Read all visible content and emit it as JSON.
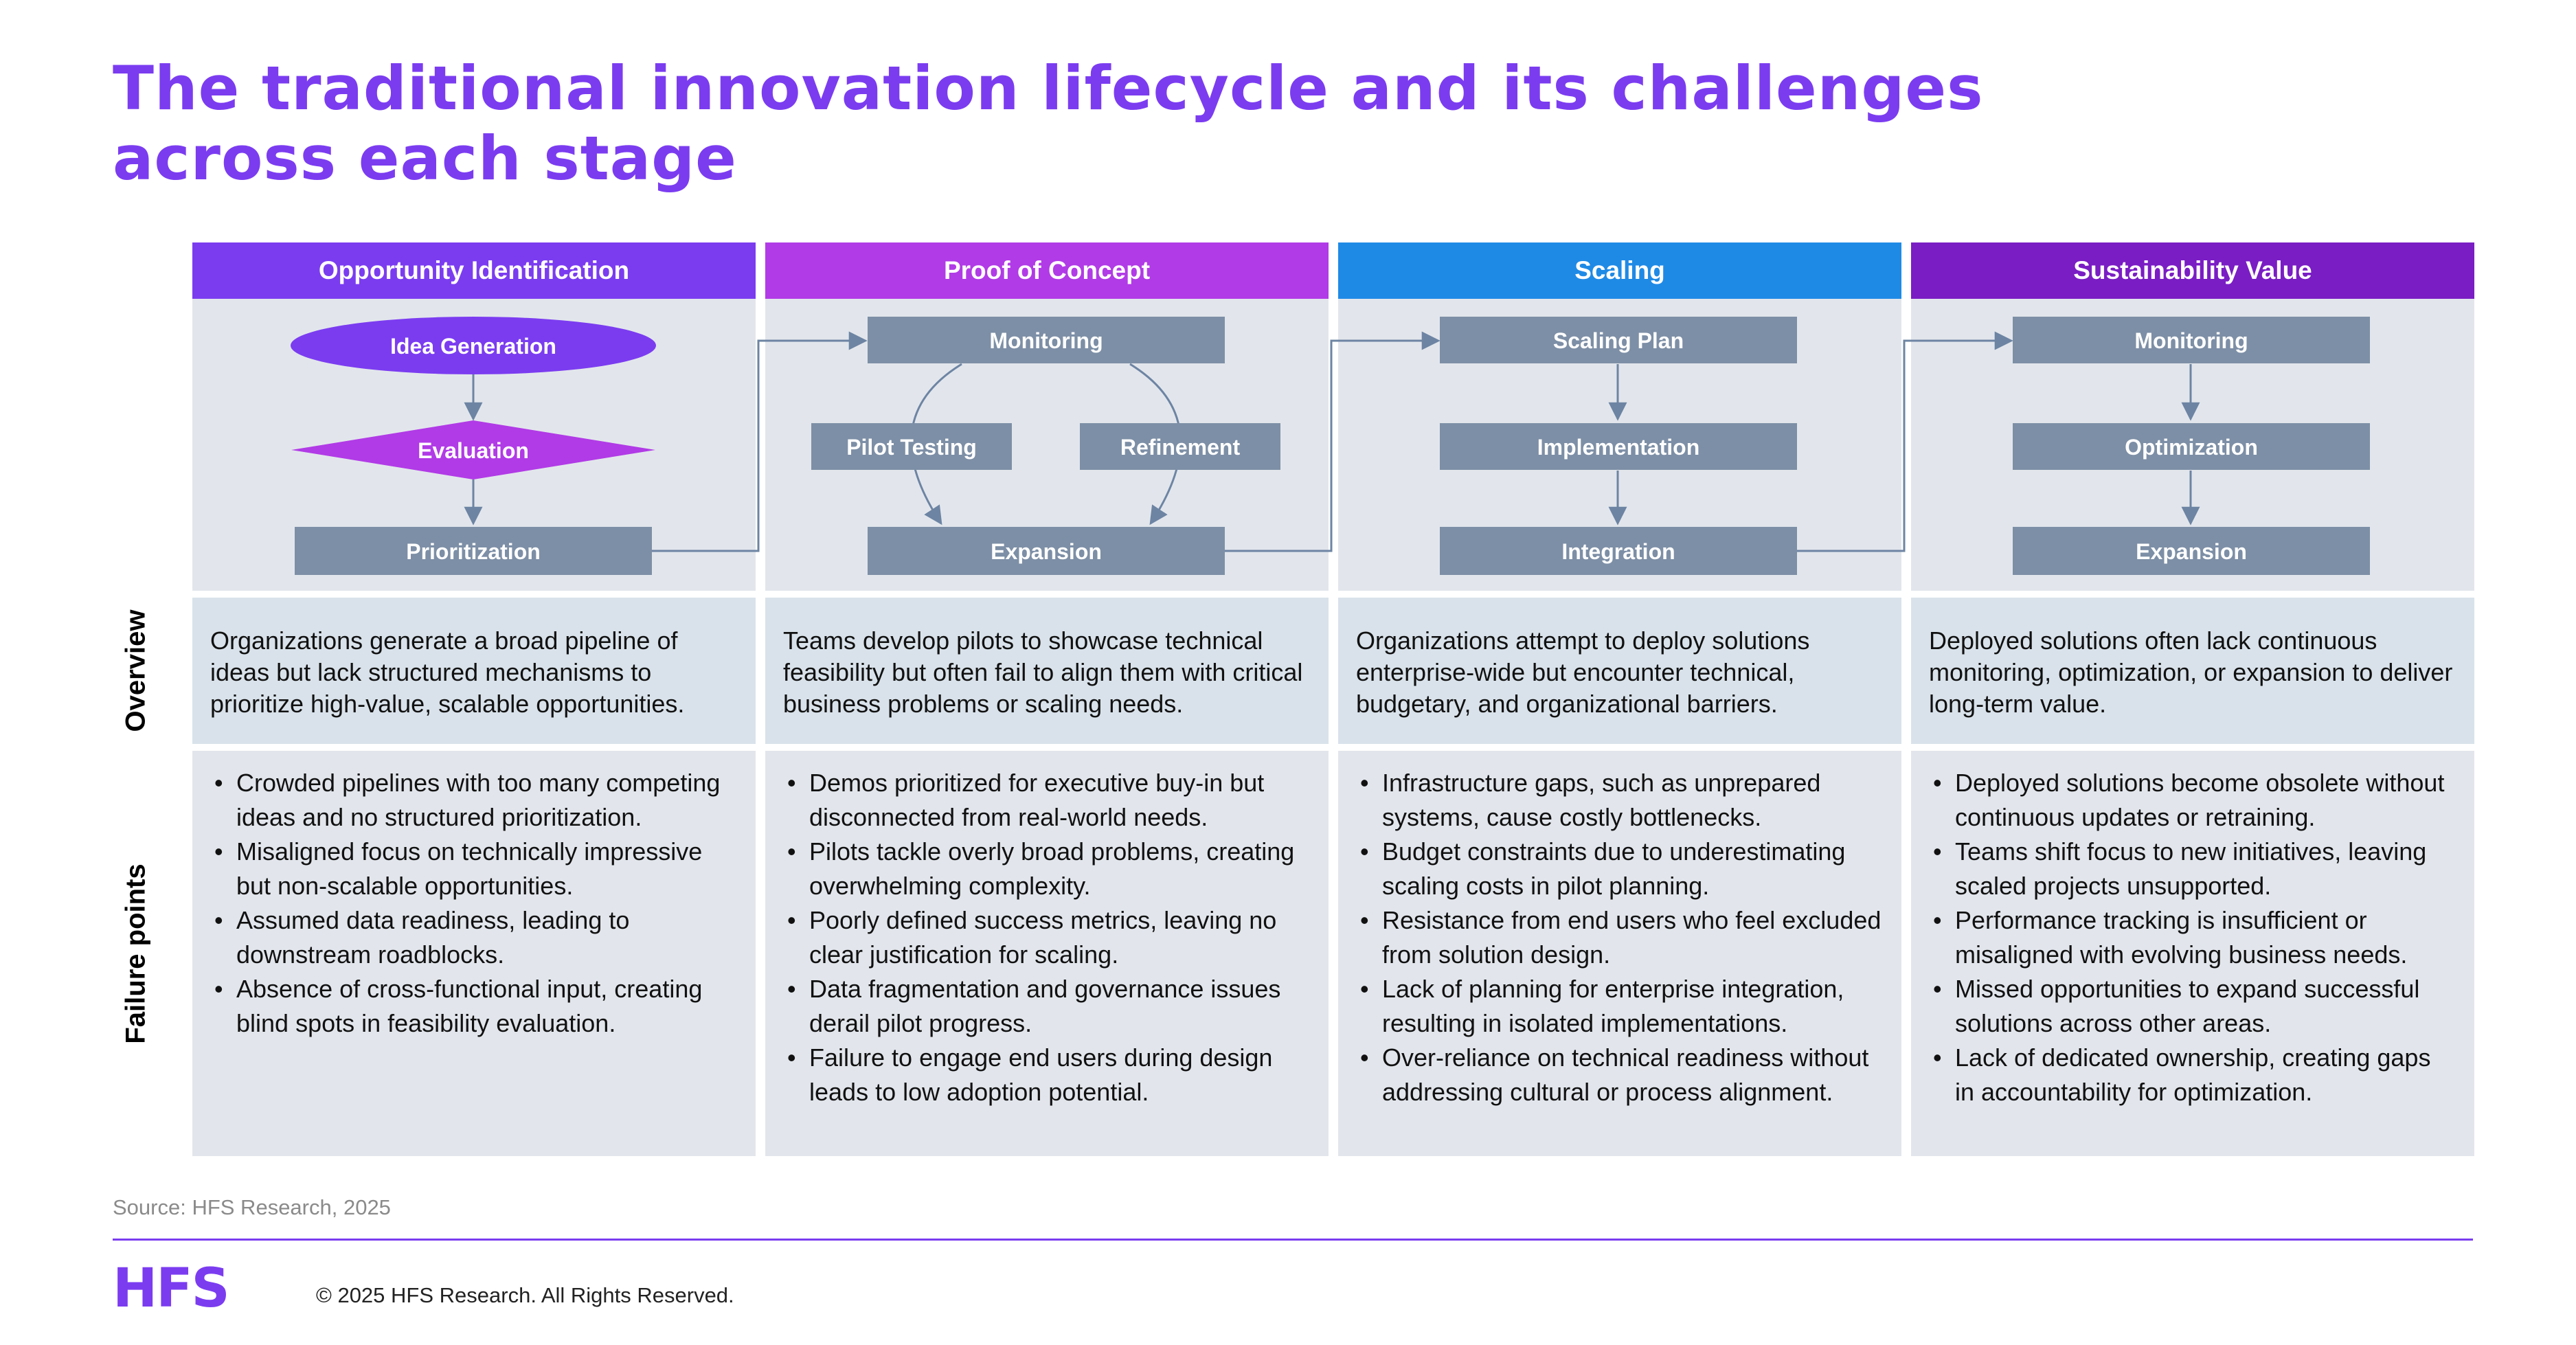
{
  "title": {
    "line1": "The traditional innovation lifecycle and its challenges",
    "line2": "across each stage"
  },
  "row_labels": {
    "overview": "Overview",
    "failure": "Failure points"
  },
  "colors": {
    "accent": "#7b3cf0",
    "node": "#7d8fa6",
    "connector": "#6d84a3"
  },
  "stages": [
    {
      "name": "Opportunity Identification",
      "color": "#7b3cf0",
      "nodes": [
        "Idea Generation",
        "Evaluation",
        "Prioritization"
      ],
      "overview": "Organizations generate a broad pipeline of ideas but lack structured mechanisms to prioritize high-value, scalable opportunities.",
      "failures": [
        "Crowded pipelines with too many competing ideas and no structured prioritization.",
        "Misaligned focus on technically impressive but non-scalable opportunities.",
        "Assumed data readiness, leading to downstream roadblocks.",
        "Absence of cross-functional input, creating blind spots in feasibility evaluation."
      ]
    },
    {
      "name": "Proof of Concept",
      "color": "#b13be6",
      "nodes": [
        "Monitoring",
        "Pilot Testing",
        "Refinement",
        "Expansion"
      ],
      "overview": "Teams develop pilots to showcase technical feasibility but often fail to align them with critical business problems or scaling needs.",
      "failures": [
        "Demos prioritized for executive buy-in but disconnected from real-world needs.",
        "Pilots tackle overly broad problems, creating overwhelming complexity.",
        "Poorly defined success metrics, leaving no clear justification for scaling.",
        "Data fragmentation and governance issues derail pilot progress.",
        "Failure to engage end users during design leads to low adoption potential."
      ]
    },
    {
      "name": "Scaling",
      "color": "#1f8ae6",
      "nodes": [
        "Scaling Plan",
        "Implementation",
        "Integration"
      ],
      "overview": "Organizations attempt to deploy solutions enterprise-wide but encounter technical, budgetary, and organizational barriers.",
      "failures": [
        "Infrastructure gaps, such as unprepared systems, cause costly bottlenecks.",
        "Budget constraints due to underestimating scaling costs in pilot planning.",
        "Resistance from end users who feel excluded from solution design.",
        "Lack of planning for enterprise integration, resulting in isolated implementations.",
        "Over-reliance on technical readiness without addressing cultural or process alignment."
      ]
    },
    {
      "name": "Sustainability Value",
      "color": "#7a1dc4",
      "nodes": [
        "Monitoring",
        "Optimization",
        "Expansion"
      ],
      "overview": "Deployed solutions often lack continuous monitoring, optimization, or expansion to deliver long-term value.",
      "failures": [
        "Deployed solutions become obsolete without continuous updates or retraining.",
        "Teams shift focus to new initiatives, leaving scaled projects unsupported.",
        "Performance tracking is insufficient or misaligned with evolving business needs.",
        "Missed opportunities to expand successful solutions across other areas.",
        "Lack of dedicated ownership, creating gaps in accountability for optimization."
      ]
    }
  ],
  "footer": {
    "source": "Source: HFS Research, 2025",
    "logo": "HFS",
    "copyright": "© 2025 HFS Research. All Rights Reserved."
  }
}
